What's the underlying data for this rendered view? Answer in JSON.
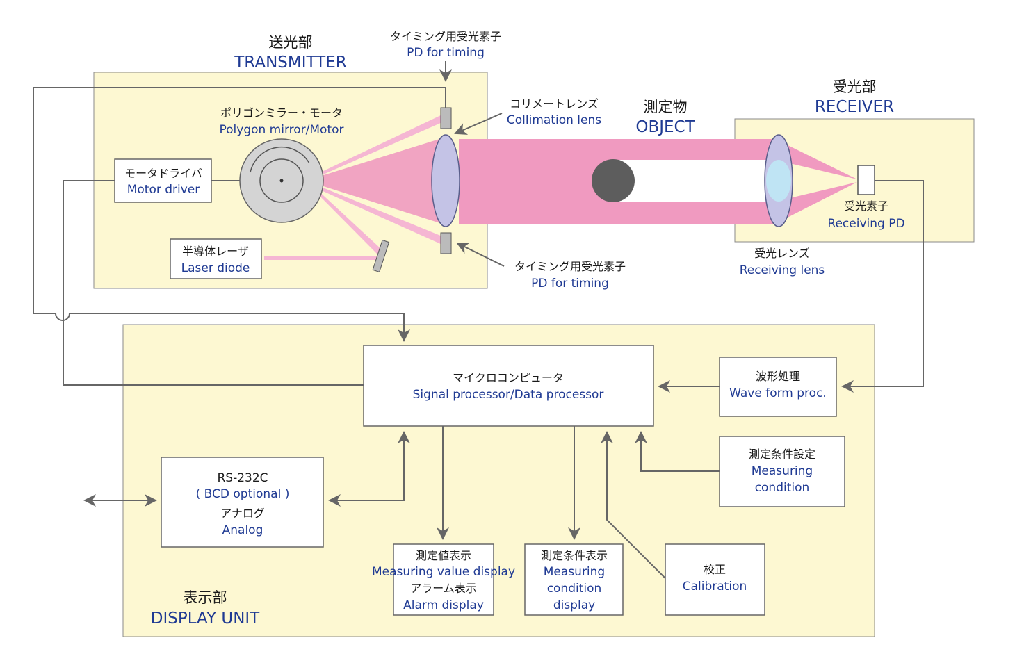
{
  "colors": {
    "panel_fill": "#fdf8d2",
    "panel_stroke": "#8a8a8a",
    "beam": "#f09ac0",
    "beam_light": "#f5b6d3",
    "lens_fill": "#c4c3e6",
    "lens_inner": "#bfe4f4",
    "line": "#666666",
    "english_text": "#1f3a93",
    "object_fill": "#5d5d5d"
  },
  "transmitter": {
    "title_jp": "送光部",
    "title_en": "TRANSMITTER",
    "polygon_jp": "ポリゴンミラー・モータ",
    "polygon_en": "Polygon mirror/Motor",
    "motor_driver_jp": "モータドライバ",
    "motor_driver_en": "Motor driver",
    "laser_jp": "半導体レーザ",
    "laser_en": "Laser diode",
    "pd_top_jp": "タイミング用受光素子",
    "pd_top_en": "PD for timing",
    "pd_bottom_jp": "タイミング用受光素子",
    "pd_bottom_en": "PD for timing",
    "collimation_jp": "コリメートレンズ",
    "collimation_en": "Collimation lens"
  },
  "object": {
    "title_jp": "測定物",
    "title_en": "OBJECT"
  },
  "receiver": {
    "title_jp": "受光部",
    "title_en": "RECEIVER",
    "pd_jp": "受光素子",
    "pd_en": "Receiving PD",
    "lens_jp": "受光レンズ",
    "lens_en": "Receiving lens"
  },
  "display": {
    "title_jp": "表示部",
    "title_en": "DISPLAY UNIT",
    "micro_jp": "マイクロコンピュータ",
    "micro_en": "Signal processor/Data processor",
    "wave_jp": "波形処理",
    "wave_en": "Wave form proc.",
    "cond_jp": "測定条件設定",
    "cond_en_1": "Measuring",
    "cond_en_2": "condition",
    "rs_1": "RS-232C",
    "rs_2": "( BCD optional )",
    "rs_jp": "アナログ",
    "rs_en": "Analog",
    "val_jp": "測定値表示",
    "val_en": "Measuring value display",
    "alarm_jp": "アラーム表示",
    "alarm_en": "Alarm display",
    "cdisp_jp": "測定条件表示",
    "cdisp_en_1": "Measuring",
    "cdisp_en_2": "condition",
    "cdisp_en_3": "display",
    "calib_jp": "校正",
    "calib_en": "Calibration"
  }
}
